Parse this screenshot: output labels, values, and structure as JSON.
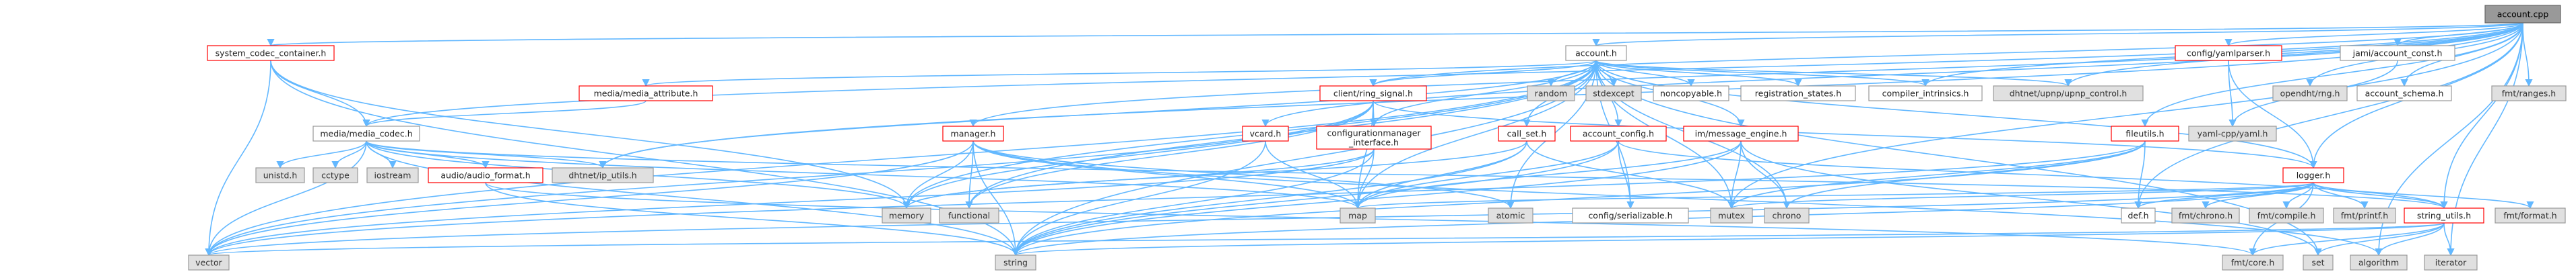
{
  "diagram": {
    "title": "account.cpp",
    "nodes": [
      {
        "id": "root",
        "label": "account.cpp",
        "style": "root"
      },
      {
        "id": "account_h",
        "label": "account.h",
        "style": "white"
      },
      {
        "id": "opendht_rng",
        "label": "opendht/rng.h",
        "style": "gray"
      },
      {
        "id": "account_schema",
        "label": "account_schema.h",
        "style": "white"
      },
      {
        "id": "config_yamlparser",
        "label": "config/yamlparser.h",
        "style": "red"
      },
      {
        "id": "jami_account_const",
        "label": "jami/account_const.h",
        "style": "white"
      },
      {
        "id": "fmt_ranges",
        "label": "fmt/ranges.h",
        "style": "gray"
      },
      {
        "id": "system_codec_container",
        "label": "system_codec_container.h",
        "style": "red"
      },
      {
        "id": "media_media_attribute",
        "label": "media/media_attribute.h",
        "style": "red"
      },
      {
        "id": "client_ring_signal",
        "label": "client/ring_signal.h",
        "style": "red"
      },
      {
        "id": "random",
        "label": "random",
        "style": "gray"
      },
      {
        "id": "stdexcept",
        "label": "stdexcept",
        "style": "gray"
      },
      {
        "id": "noncopyable",
        "label": "noncopyable.h",
        "style": "white"
      },
      {
        "id": "registration_states",
        "label": "registration_states.h",
        "style": "white"
      },
      {
        "id": "compiler_intrinsics",
        "label": "compiler_intrinsics.h",
        "style": "white"
      },
      {
        "id": "dhtnet_upnp_control",
        "label": "dhtnet/upnp/upnp_control.h",
        "style": "gray"
      },
      {
        "id": "yaml_cpp",
        "label": "yaml-cpp/yaml.h",
        "style": "gray"
      },
      {
        "id": "media_media_codec",
        "label": "media/media_codec.h",
        "style": "white"
      },
      {
        "id": "manager_h",
        "label": "manager.h",
        "style": "red"
      },
      {
        "id": "vcard_h",
        "label": "vcard.h",
        "style": "red"
      },
      {
        "id": "configurationmanager_interface",
        "label": "configurationmanager\n_interface.h",
        "style": "red"
      },
      {
        "id": "call_set",
        "label": "call_set.h",
        "style": "red"
      },
      {
        "id": "account_config",
        "label": "account_config.h",
        "style": "red"
      },
      {
        "id": "im_message_engine",
        "label": "im/message_engine.h",
        "style": "red"
      },
      {
        "id": "fileutils",
        "label": "fileutils.h",
        "style": "red"
      },
      {
        "id": "logger_h",
        "label": "logger.h",
        "style": "red"
      },
      {
        "id": "unistd",
        "label": "unistd.h",
        "style": "gray"
      },
      {
        "id": "cctype",
        "label": "cctype",
        "style": "gray"
      },
      {
        "id": "iostream",
        "label": "iostream",
        "style": "gray"
      },
      {
        "id": "audio_audio_format",
        "label": "audio/audio_format.h",
        "style": "red"
      },
      {
        "id": "dhtnet_ip_utils",
        "label": "dhtnet/ip_utils.h",
        "style": "gray"
      },
      {
        "id": "memory",
        "label": "memory",
        "style": "gray"
      },
      {
        "id": "functional",
        "label": "functional",
        "style": "gray"
      },
      {
        "id": "map",
        "label": "map",
        "style": "gray"
      },
      {
        "id": "atomic",
        "label": "atomic",
        "style": "gray"
      },
      {
        "id": "config_serializable",
        "label": "config/serializable.h",
        "style": "white"
      },
      {
        "id": "mutex",
        "label": "mutex",
        "style": "gray"
      },
      {
        "id": "chrono",
        "label": "chrono",
        "style": "gray"
      },
      {
        "id": "def_h",
        "label": "def.h",
        "style": "white"
      },
      {
        "id": "fmt_chrono",
        "label": "fmt/chrono.h",
        "style": "gray"
      },
      {
        "id": "fmt_compile",
        "label": "fmt/compile.h",
        "style": "gray"
      },
      {
        "id": "fmt_printf",
        "label": "fmt/printf.h",
        "style": "gray"
      },
      {
        "id": "string_utils",
        "label": "string_utils.h",
        "style": "red"
      },
      {
        "id": "fmt_format",
        "label": "fmt/format.h",
        "style": "gray"
      },
      {
        "id": "vector",
        "label": "vector",
        "style": "gray"
      },
      {
        "id": "string",
        "label": "string",
        "style": "gray"
      },
      {
        "id": "fmt_core",
        "label": "fmt/core.h",
        "style": "gray"
      },
      {
        "id": "set",
        "label": "set",
        "style": "gray"
      },
      {
        "id": "algorithm",
        "label": "algorithm",
        "style": "gray"
      },
      {
        "id": "iterator",
        "label": "iterator",
        "style": "gray"
      }
    ],
    "edges": [
      [
        "root",
        "account_h"
      ],
      [
        "root",
        "opendht_rng"
      ],
      [
        "root",
        "account_schema"
      ],
      [
        "root",
        "config_yamlparser"
      ],
      [
        "root",
        "jami_account_const"
      ],
      [
        "root",
        "fmt_ranges"
      ],
      [
        "root",
        "system_codec_container"
      ],
      [
        "root",
        "media_media_codec"
      ],
      [
        "root",
        "manager_h"
      ],
      [
        "root",
        "vcard_h"
      ],
      [
        "root",
        "fileutils"
      ],
      [
        "root",
        "logger_h"
      ],
      [
        "root",
        "string_utils"
      ],
      [
        "root",
        "compiler_intrinsics"
      ],
      [
        "root",
        "dhtnet_upnp_control"
      ],
      [
        "root",
        "dhtnet_ip_utils"
      ],
      [
        "root",
        "mutex"
      ],
      [
        "root",
        "def_h"
      ],
      [
        "root",
        "algorithm"
      ],
      [
        "root",
        "iterator"
      ],
      [
        "root",
        "client_ring_signal"
      ],
      [
        "account_h",
        "media_media_attribute"
      ],
      [
        "account_h",
        "client_ring_signal"
      ],
      [
        "account_h",
        "random"
      ],
      [
        "account_h",
        "stdexcept"
      ],
      [
        "account_h",
        "noncopyable"
      ],
      [
        "account_h",
        "registration_states"
      ],
      [
        "account_h",
        "compiler_intrinsics"
      ],
      [
        "account_h",
        "dhtnet_upnp_control"
      ],
      [
        "account_h",
        "configurationmanager_interface"
      ],
      [
        "account_h",
        "call_set"
      ],
      [
        "account_h",
        "account_config"
      ],
      [
        "account_h",
        "im_message_engine"
      ],
      [
        "account_h",
        "logger_h"
      ],
      [
        "account_h",
        "memory"
      ],
      [
        "account_h",
        "map"
      ],
      [
        "account_h",
        "atomic"
      ],
      [
        "account_h",
        "mutex"
      ],
      [
        "account_h",
        "chrono"
      ],
      [
        "account_h",
        "set"
      ],
      [
        "account_h",
        "string"
      ],
      [
        "account_h",
        "vector"
      ],
      [
        "account_h",
        "functional"
      ],
      [
        "account_h",
        "config_serializable"
      ],
      [
        "account_h",
        "dhtnet_ip_utils"
      ],
      [
        "config_yamlparser",
        "yaml_cpp"
      ],
      [
        "config_yamlparser",
        "logger_h"
      ],
      [
        "jami_account_const",
        "yaml_cpp"
      ],
      [
        "system_codec_container",
        "media_media_codec"
      ],
      [
        "system_codec_container",
        "string"
      ],
      [
        "system_codec_container",
        "vector"
      ],
      [
        "system_codec_container",
        "memory"
      ],
      [
        "media_media_attribute",
        "media_media_codec"
      ],
      [
        "client_ring_signal",
        "configurationmanager_interface"
      ],
      [
        "client_ring_signal",
        "logger_h"
      ],
      [
        "client_ring_signal",
        "memory"
      ],
      [
        "client_ring_signal",
        "map"
      ],
      [
        "client_ring_signal",
        "vector"
      ],
      [
        "client_ring_signal",
        "functional"
      ],
      [
        "media_media_codec",
        "unistd"
      ],
      [
        "media_media_codec",
        "cctype"
      ],
      [
        "media_media_codec",
        "iostream"
      ],
      [
        "media_media_codec",
        "audio_audio_format"
      ],
      [
        "media_media_codec",
        "dhtnet_ip_utils"
      ],
      [
        "media_media_codec",
        "memory"
      ],
      [
        "media_media_codec",
        "map"
      ],
      [
        "media_media_codec",
        "string"
      ],
      [
        "media_media_codec",
        "vector"
      ],
      [
        "media_media_codec",
        "string_utils"
      ],
      [
        "manager_h",
        "memory"
      ],
      [
        "manager_h",
        "functional"
      ],
      [
        "manager_h",
        "map"
      ],
      [
        "manager_h",
        "string"
      ],
      [
        "manager_h",
        "vector"
      ],
      [
        "manager_h",
        "atomic"
      ],
      [
        "manager_h",
        "algorithm"
      ],
      [
        "vcard_h",
        "map"
      ],
      [
        "vcard_h",
        "string"
      ],
      [
        "configurationmanager_interface",
        "map"
      ],
      [
        "configurationmanager_interface",
        "memory"
      ],
      [
        "configurationmanager_interface",
        "vector"
      ],
      [
        "configurationmanager_interface",
        "string"
      ],
      [
        "call_set",
        "map"
      ],
      [
        "call_set",
        "mutex"
      ],
      [
        "call_set",
        "string"
      ],
      [
        "call_set",
        "memory"
      ],
      [
        "account_config",
        "config_serializable"
      ],
      [
        "account_config",
        "string"
      ],
      [
        "account_config",
        "string_utils"
      ],
      [
        "account_config",
        "map"
      ],
      [
        "im_message_engine",
        "map"
      ],
      [
        "im_message_engine",
        "mutex"
      ],
      [
        "im_message_engine",
        "chrono"
      ],
      [
        "im_message_engine",
        "string"
      ],
      [
        "im_message_engine",
        "set"
      ],
      [
        "fileutils",
        "mutex"
      ],
      [
        "fileutils",
        "chrono"
      ],
      [
        "fileutils",
        "def_h"
      ],
      [
        "fileutils",
        "string"
      ],
      [
        "fileutils",
        "vector"
      ],
      [
        "logger_h",
        "fmt_chrono"
      ],
      [
        "logger_h",
        "fmt_compile"
      ],
      [
        "logger_h",
        "fmt_printf"
      ],
      [
        "logger_h",
        "string_utils"
      ],
      [
        "logger_h",
        "fmt_format"
      ],
      [
        "logger_h",
        "def_h"
      ],
      [
        "logger_h",
        "mutex"
      ],
      [
        "logger_h",
        "string"
      ],
      [
        "logger_h",
        "vector"
      ],
      [
        "logger_h",
        "fmt_core"
      ],
      [
        "logger_h",
        "map"
      ],
      [
        "audio_audio_format",
        "fmt_core"
      ],
      [
        "audio_audio_format",
        "string"
      ],
      [
        "string_utils",
        "vector"
      ],
      [
        "string_utils",
        "string"
      ],
      [
        "string_utils",
        "set"
      ],
      [
        "string_utils",
        "algorithm"
      ],
      [
        "string_utils",
        "iterator"
      ],
      [
        "string_utils",
        "fmt_core"
      ]
    ]
  }
}
